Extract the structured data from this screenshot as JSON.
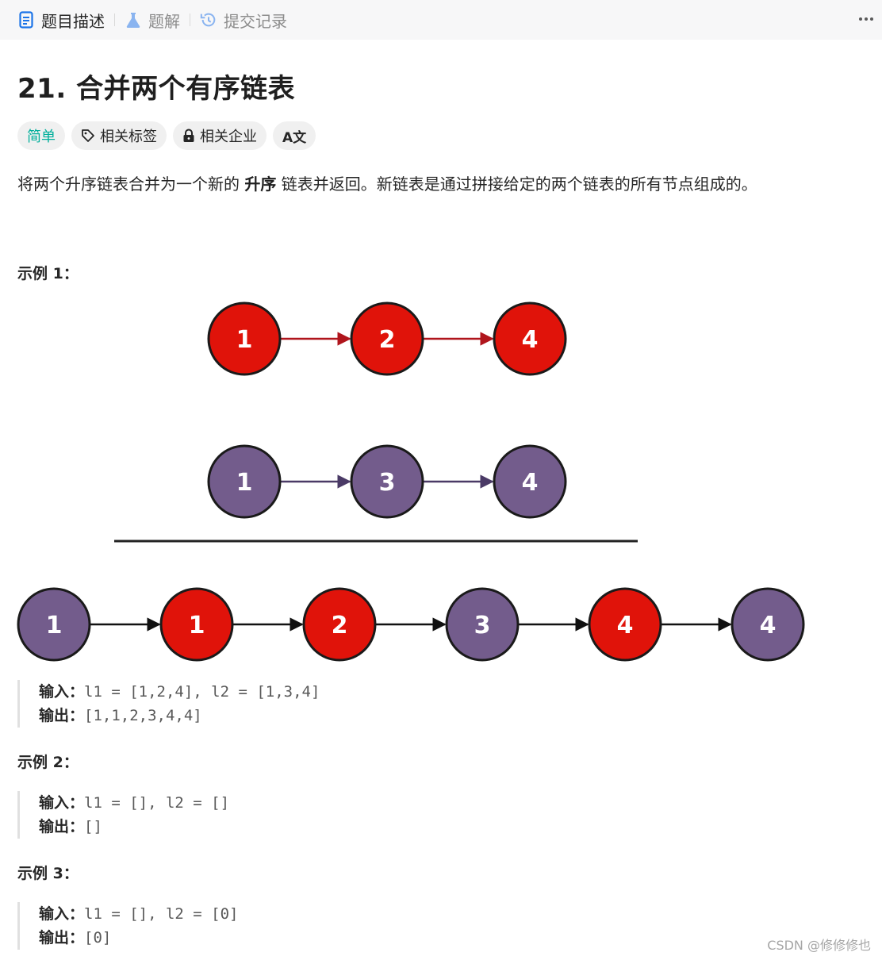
{
  "tabs": [
    {
      "label": "题目描述",
      "icon": "document-icon",
      "active": true
    },
    {
      "label": "题解",
      "icon": "flask-icon",
      "active": false
    },
    {
      "label": "提交记录",
      "icon": "history-icon",
      "active": false
    }
  ],
  "problem": {
    "title": "21. 合并两个有序链表",
    "tags": [
      {
        "label": "简单",
        "kind": "difficulty"
      },
      {
        "label": "相关标签",
        "icon": "tag-icon"
      },
      {
        "label": "相关企业",
        "icon": "lock-icon"
      },
      {
        "label": "A文",
        "icon": "translate-icon"
      }
    ],
    "description_pre": "将两个升序链表合并为一个新的 ",
    "description_bold": "升序",
    "description_post": " 链表并返回。新链表是通过拼接给定的两个链表的所有节点组成的。"
  },
  "diagram": {
    "list1": [
      "1",
      "2",
      "4"
    ],
    "list2": [
      "1",
      "3",
      "4"
    ],
    "merged": [
      "1",
      "1",
      "2",
      "3",
      "4",
      "4"
    ],
    "colors": {
      "red": "#e0130a",
      "purple": "#735c8c",
      "outline": "#1a1a1a"
    }
  },
  "examples": [
    {
      "title": "示例 1：",
      "input_label": "输入：",
      "input": "l1 = [1,2,4], l2 = [1,3,4]",
      "output_label": "输出：",
      "output": "[1,1,2,3,4,4]"
    },
    {
      "title": "示例 2：",
      "input_label": "输入：",
      "input": "l1 = [], l2 = []",
      "output_label": "输出：",
      "output": "[]"
    },
    {
      "title": "示例 3：",
      "input_label": "输入：",
      "input": "l1 = [], l2 = [0]",
      "output_label": "输出：",
      "output": "[0]"
    }
  ],
  "watermark": "CSDN @修修修也"
}
